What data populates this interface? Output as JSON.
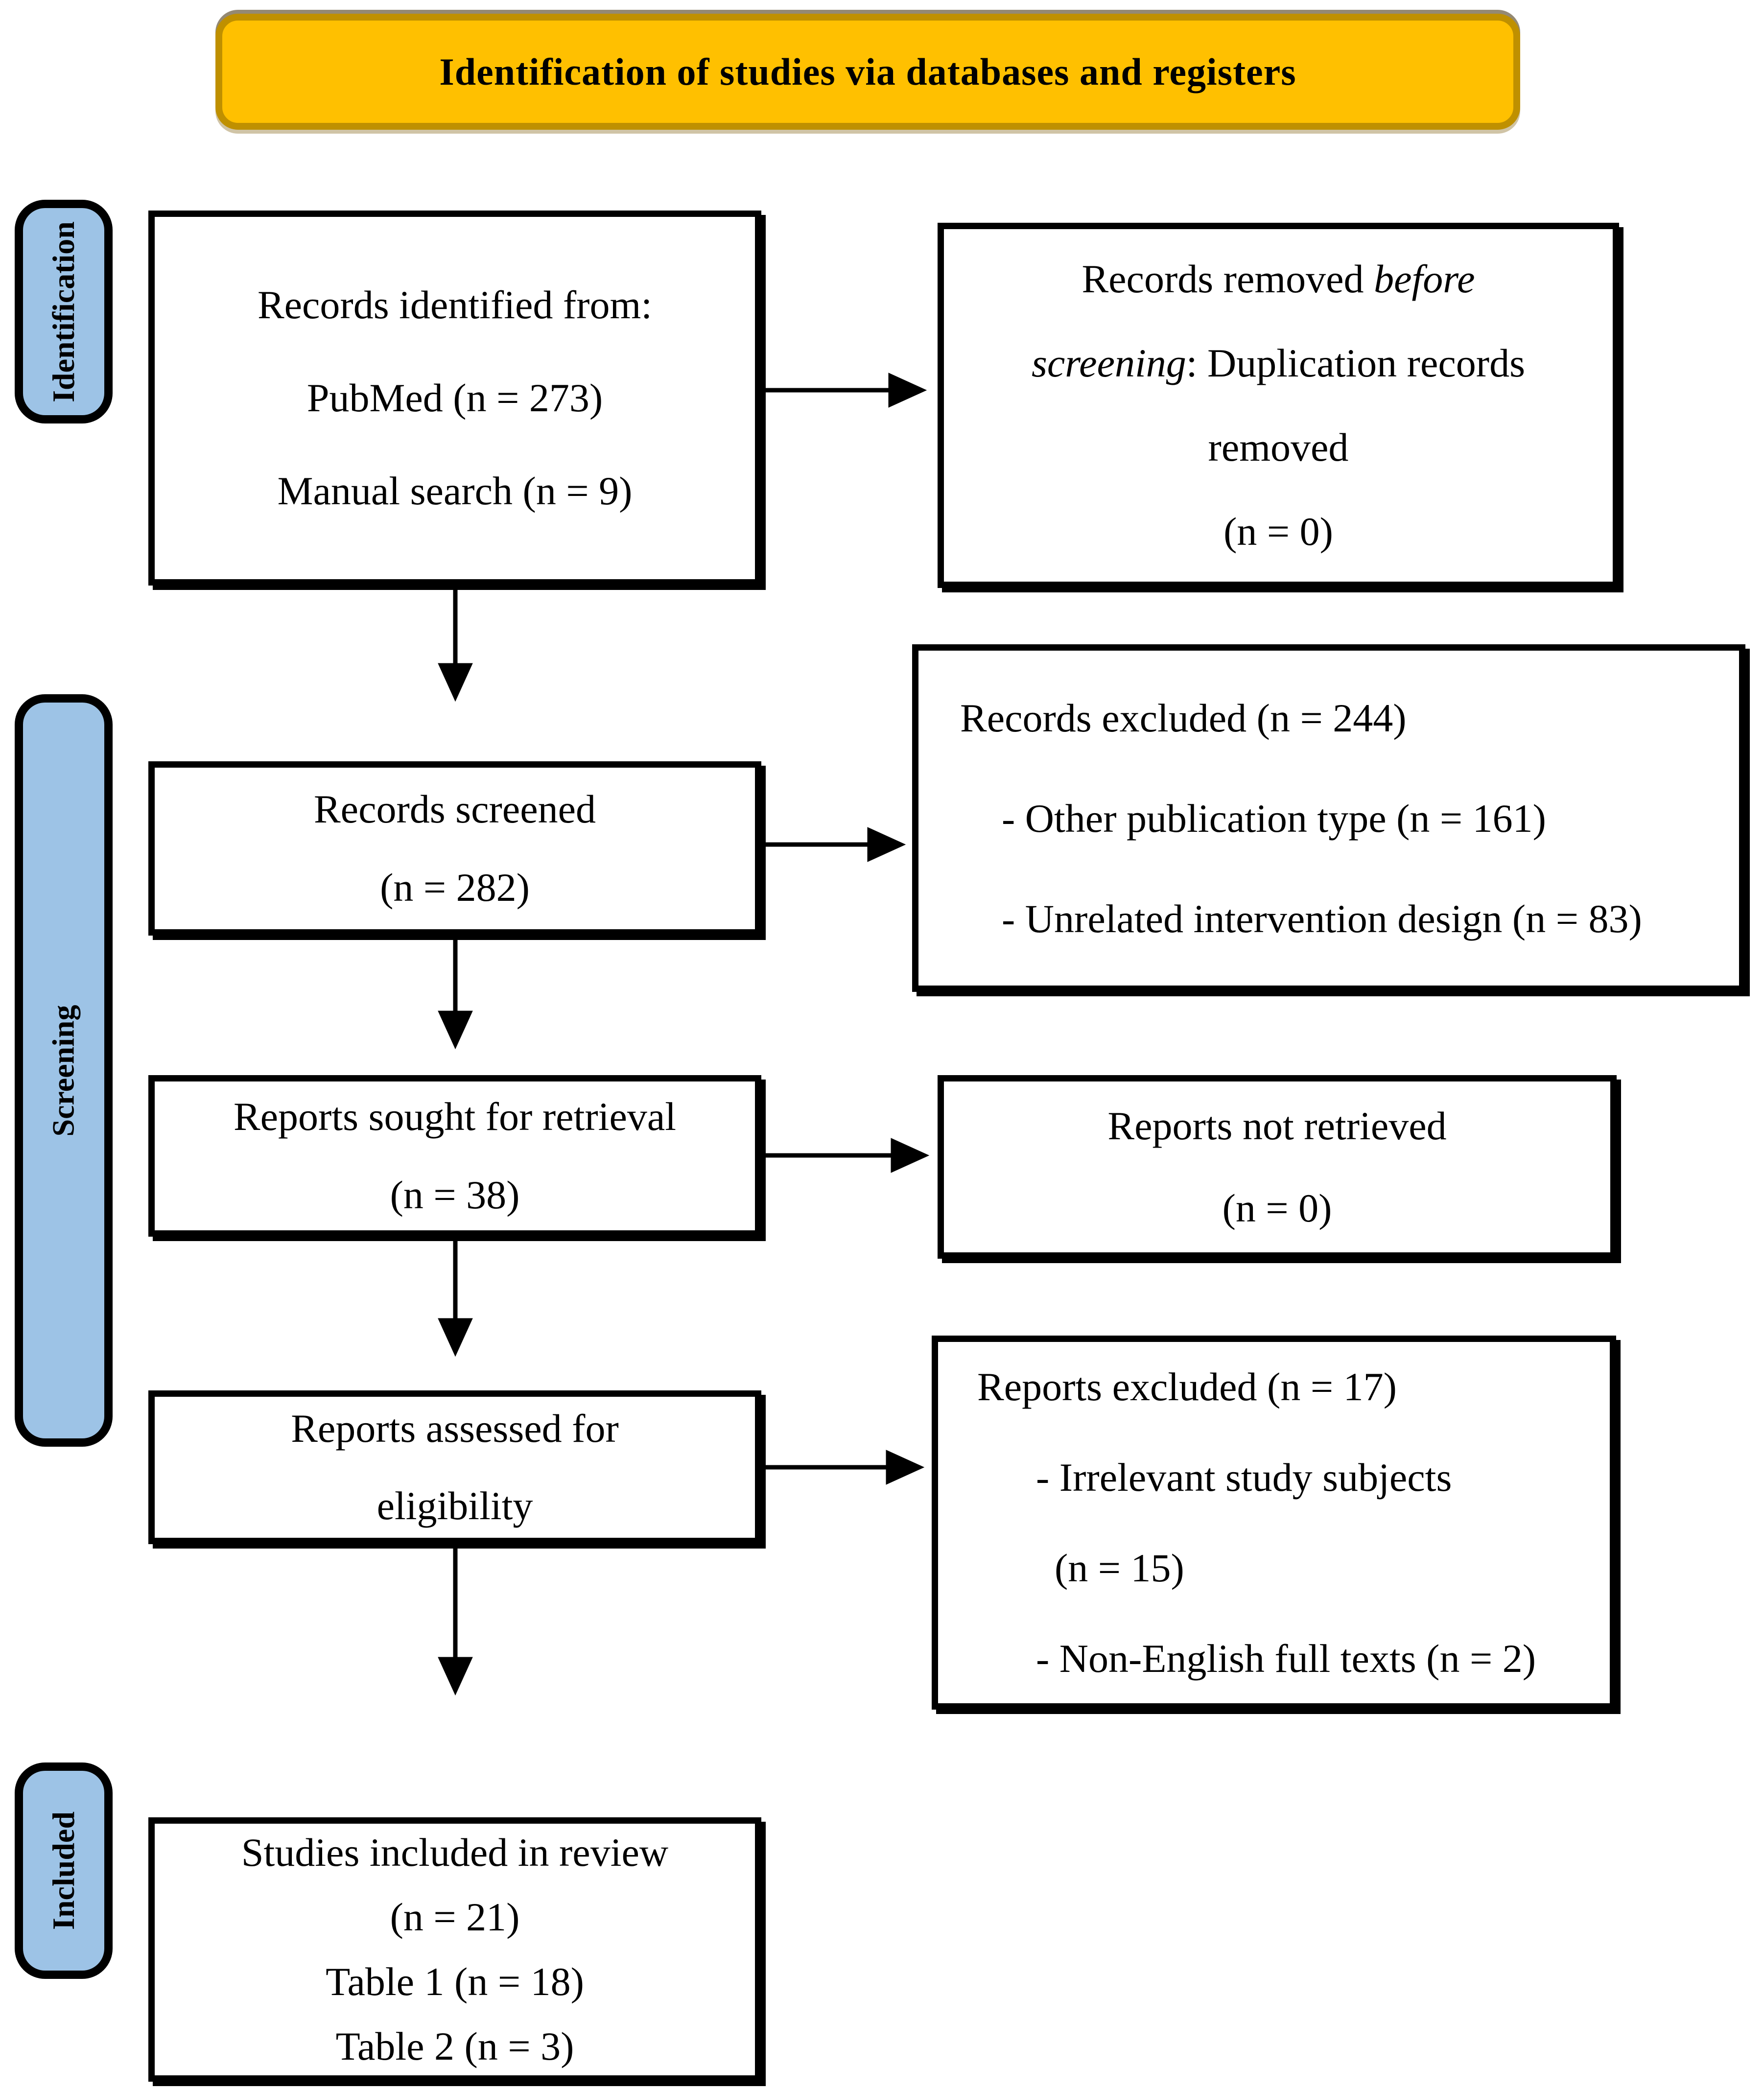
{
  "colors": {
    "banner_fill": "#FFC000",
    "banner_border": "#BF9000",
    "stage_fill": "#9DC3E6",
    "box_border": "#000000",
    "arrow": "#000000",
    "text": "#000000"
  },
  "banner": {
    "title": "Identification of studies via databases and registers"
  },
  "stages": [
    {
      "id": "identification",
      "label": "Identification"
    },
    {
      "id": "screening",
      "label": "Screening"
    },
    {
      "id": "included",
      "label": "Included"
    }
  ],
  "boxes": {
    "records_identified": {
      "lines": [
        "Records identified from:",
        "PubMed (n = 273)",
        "Manual search (n = 9)"
      ]
    },
    "records_removed": {
      "l1a": "Records removed ",
      "l1b_italic": "before",
      "l2a_italic": "screening",
      "l2b": ": Duplication records",
      "l3": "removed",
      "l4": "(n = 0)"
    },
    "records_screened": {
      "lines": [
        "Records screened",
        "(n = 282)"
      ]
    },
    "records_excluded": {
      "title": "Records excluded (n = 244)",
      "items": [
        "- Other publication type (n = 161)",
        "- Unrelated intervention design (n = 83)"
      ]
    },
    "reports_sought": {
      "lines": [
        "Reports sought for retrieval",
        "(n = 38)"
      ]
    },
    "reports_not_retrieved": {
      "lines": [
        "Reports not retrieved",
        "(n = 0)"
      ]
    },
    "reports_assessed": {
      "lines": [
        "Reports assessed for",
        "eligibility"
      ]
    },
    "reports_excluded": {
      "title": "Reports excluded (n = 17)",
      "items": [
        "- Irrelevant study subjects",
        "(n = 15)",
        "- Non-English full texts (n = 2)"
      ]
    },
    "studies_included": {
      "lines": [
        "Studies included in review",
        "(n = 21)",
        "Table 1 (n = 18)",
        "Table 2 (n = 3)"
      ]
    }
  }
}
